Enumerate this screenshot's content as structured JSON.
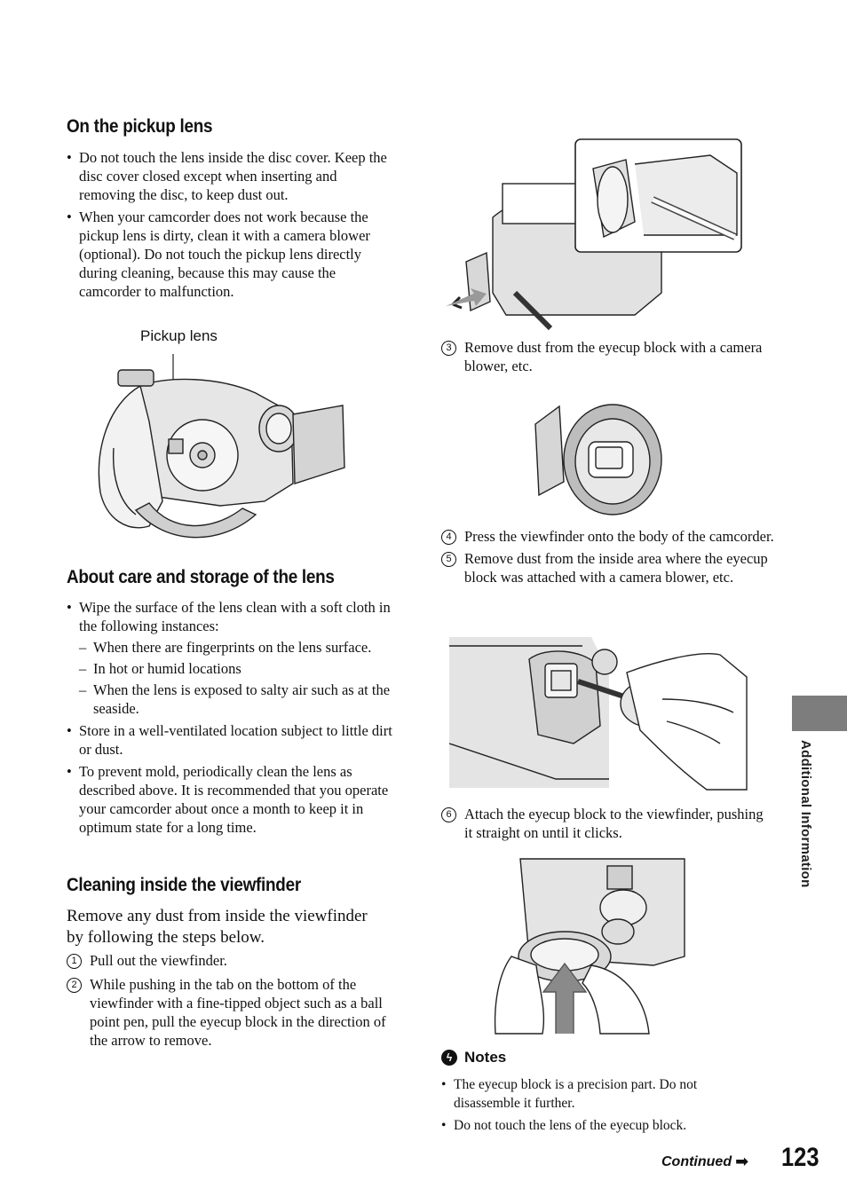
{
  "left": {
    "pickup": {
      "heading": "On the pickup lens",
      "bullets": [
        "Do not touch the lens inside the disc cover. Keep the disc cover closed except when inserting and removing the disc, to keep dust out.",
        "When your camcorder does not work because the pickup lens is dirty, clean it with a camera blower (optional). Do not touch the pickup lens directly during cleaning, because this may cause the camcorder to malfunction."
      ],
      "figure_label": "Pickup lens"
    },
    "care": {
      "heading": "About care and storage of the lens",
      "bullet1": "Wipe the surface of the lens clean with a soft cloth in the following instances:",
      "dashes": [
        "When there are fingerprints on the lens surface.",
        "In hot or humid locations",
        "When the lens is exposed to salty air such as at the seaside."
      ],
      "bullet2": "Store in a well-ventilated location subject to little dirt or dust.",
      "bullet3": "To prevent mold, periodically clean the lens as described above. It is recommended that you operate your camcorder about once a month to keep it in optimum state for a long time."
    },
    "viewfinder": {
      "heading": "Cleaning inside the viewfinder",
      "intro": "Remove any dust from inside the viewfinder by following the steps below.",
      "steps": [
        {
          "num": "1",
          "text": "Pull out the viewfinder."
        },
        {
          "num": "2",
          "text": "While pushing in the tab on the bottom of the viewfinder with a fine-tipped object such as a ball point pen, pull the eyecup block in the direction of the arrow to remove."
        }
      ]
    }
  },
  "right": {
    "steps": [
      {
        "num": "3",
        "text": "Remove dust from the eyecup block with a camera blower, etc."
      },
      {
        "num": "4",
        "text": "Press the viewfinder onto the body of the camcorder."
      },
      {
        "num": "5",
        "text": "Remove dust from the inside area where the eyecup block was attached with a camera blower, etc."
      },
      {
        "num": "6",
        "text": "Attach the eyecup block to the viewfinder, pushing it straight on until it clicks."
      }
    ],
    "notes": {
      "title": "Notes",
      "items": [
        "The eyecup block is a precision part. Do not disassemble it further.",
        "Do not touch the lens of the eyecup block."
      ]
    }
  },
  "sidebar": {
    "label": "Additional Information"
  },
  "footer": {
    "continued": "Continued",
    "page_number": "123"
  }
}
